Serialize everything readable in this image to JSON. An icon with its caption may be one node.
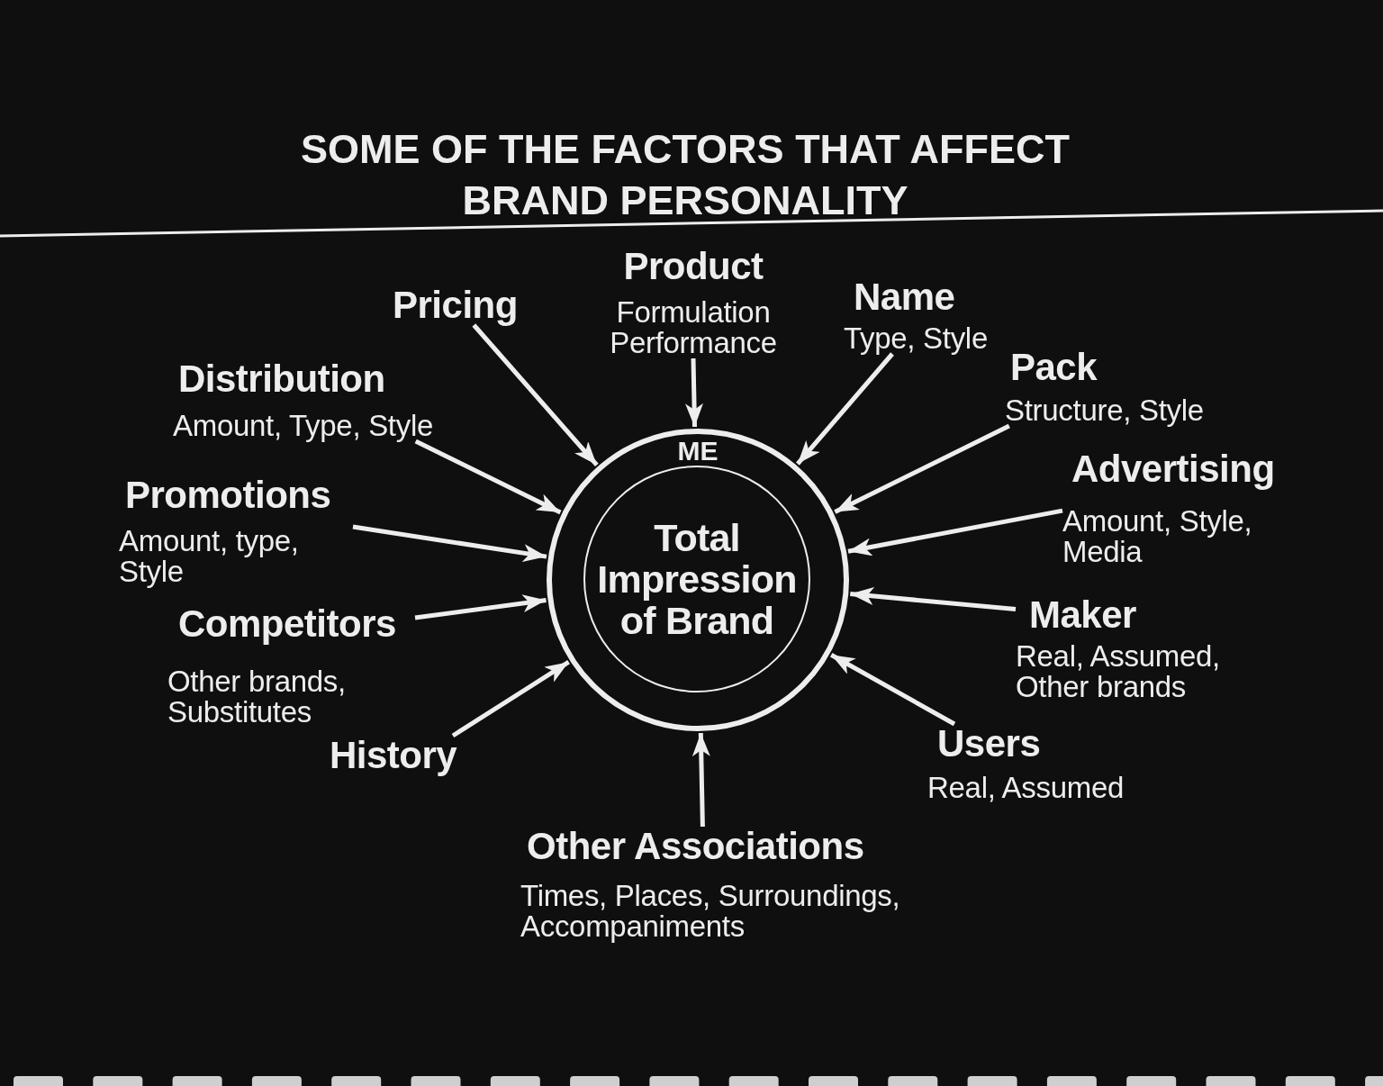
{
  "diagram": {
    "title": "SOME OF THE FACTORS THAT AFFECT BRAND PERSONALITY",
    "nodes": [
      {
        "text": [
          "ME"
        ]
      },
      {
        "text": [
          "Total Impression of Brand"
        ],
        "in": 0
      },
      {
        "text": [
          "Product",
          "Formulation Performance"
        ]
      },
      {
        "text": [
          "Name",
          "Type, Style"
        ]
      },
      {
        "text": [
          "Pricing"
        ]
      },
      {
        "text": [
          "Pack",
          "Structure, Style"
        ]
      },
      {
        "text": [
          "Distribution",
          "Amount, Type, Style"
        ]
      },
      {
        "text": [
          "Advertising",
          "Amount, Style, Media"
        ]
      },
      {
        "text": [
          "Promotions",
          "Amount, type, Style"
        ]
      },
      {
        "text": [
          "Maker",
          "Real, Assumed, Other brands"
        ]
      },
      {
        "text": [
          "Competitors",
          "Other brands, Substitutes"
        ]
      },
      {
        "text": [
          "Users",
          "Real, Assumed"
        ]
      },
      {
        "text": [
          "History"
        ]
      },
      {
        "text": [
          "Other Associations",
          "Times, Places, Surroundings, Accompaniments"
        ]
      }
    ],
    "edges": [
      {
        "from": 2,
        "to": 0,
        "arrow": "to"
      },
      {
        "from": 3,
        "to": 0,
        "arrow": "to"
      },
      {
        "from": 4,
        "to": 0,
        "arrow": "to"
      },
      {
        "from": 5,
        "to": 0,
        "arrow": "to"
      },
      {
        "from": 6,
        "to": 0,
        "arrow": "to"
      },
      {
        "from": 7,
        "to": 0,
        "arrow": "to"
      },
      {
        "from": 8,
        "to": 0,
        "arrow": "to"
      },
      {
        "from": 9,
        "to": 0,
        "arrow": "to"
      },
      {
        "from": 10,
        "to": 0,
        "arrow": "to"
      },
      {
        "from": 11,
        "to": 0,
        "arrow": "to"
      },
      {
        "from": 12,
        "to": 0,
        "arrow": "to"
      },
      {
        "from": 13,
        "to": 0,
        "arrow": "to"
      }
    ]
  }
}
